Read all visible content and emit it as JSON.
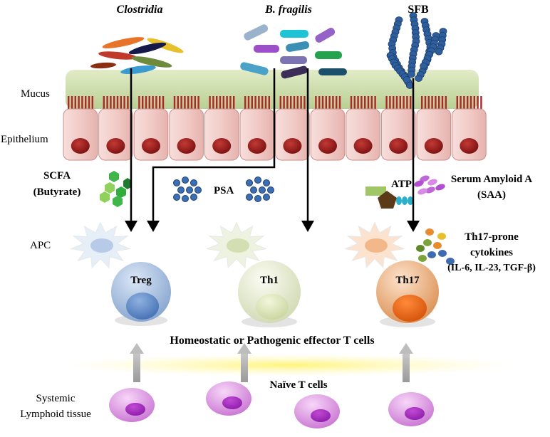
{
  "bacteria": {
    "clostridia": "Clostridia",
    "bfragilis": "B. fragilis",
    "sfb": "SFB"
  },
  "layers": {
    "mucus": "Mucus",
    "epithelium": "Epithelium"
  },
  "metabolites": {
    "scfa_line1": "SCFA",
    "scfa_line2": "(Butyrate)",
    "psa": "PSA",
    "atp": "ATP",
    "saa_line1": "Serum Amyloid A",
    "saa_line2": "(SAA)",
    "th17_cyt_line1": "Th17-prone",
    "th17_cyt_line2": "cytokines",
    "th17_cyt_line3": "(IL-6, IL-23, TGF-β)"
  },
  "cells": {
    "apc": "APC",
    "treg": "Treg",
    "th1": "Th1",
    "th17": "Th17",
    "effector": "Homeostatic or Pathogenic effector T cells",
    "naive": "Naïve T cells",
    "systemic_line1": "Systemic",
    "systemic_line2": "Lymphoid tissue"
  },
  "colors": {
    "mucus": "#c9dca6",
    "epithelium": "#f2c9c6",
    "nucleus": "#9b1c1c",
    "microvilli": "#b0262a",
    "treg": "#a9c2e3",
    "th1": "#e6ecd2",
    "th17": "#f0b889",
    "naive": "#e9a8ea",
    "arrow": "#000000"
  }
}
